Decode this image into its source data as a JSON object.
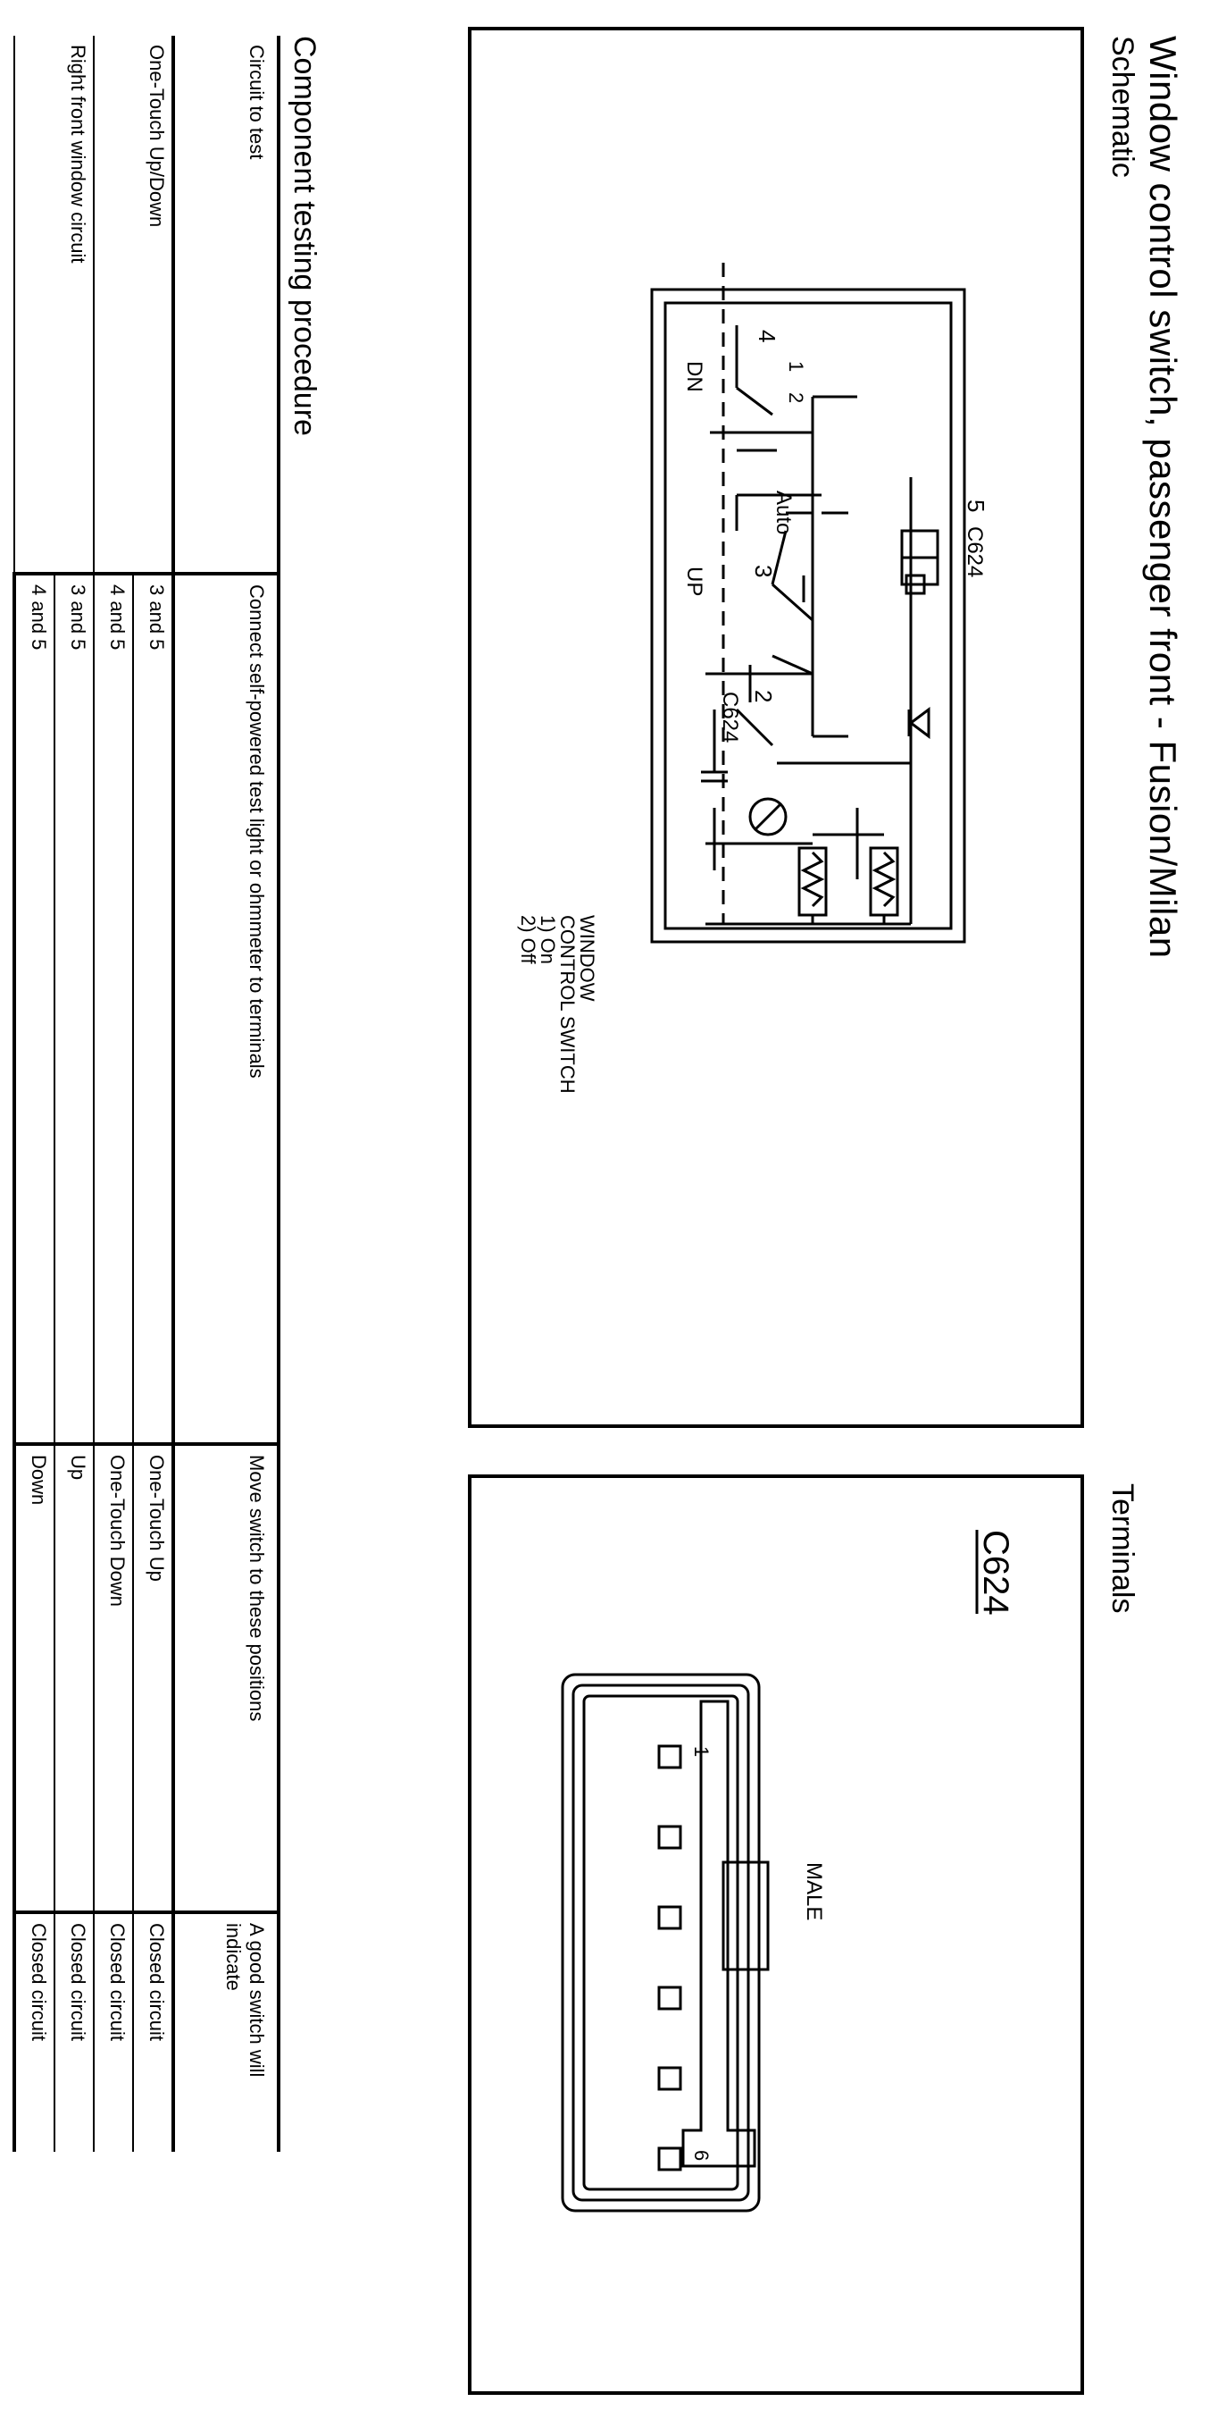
{
  "title": "Window control switch, passenger front - Fusion/Milan",
  "schematic": {
    "heading": "Schematic",
    "connector_label": "C624",
    "pin_numbers": [
      "5",
      "4",
      "3",
      "2"
    ],
    "switch_labels": {
      "dn": "DN",
      "up": "UP",
      "auto": "Auto"
    },
    "contact_numbers": [
      "1",
      "2"
    ],
    "legend": [
      "WINDOW",
      "CONTROL SWITCH",
      "1) On",
      "2) Off"
    ]
  },
  "terminals": {
    "heading": "Terminals",
    "connector": "C624",
    "gender": "MALE",
    "pin_first": "1",
    "pin_last": "6"
  },
  "procedure": {
    "heading": "Component testing procedure",
    "columns": [
      "Circuit to test",
      "Connect self-powered test light or ohmmeter to terminals",
      "Move switch to these positions",
      "A good switch will indicate"
    ],
    "circuits": [
      "One-Touch Up/Down",
      "Right front window circuit"
    ],
    "rows": [
      {
        "terminals": "3 and 5",
        "position": "One-Touch Up",
        "result": "Closed circuit"
      },
      {
        "terminals": "4 and 5",
        "position": "One-Touch Down",
        "result": "Closed circuit"
      },
      {
        "terminals": "3 and 5",
        "position": "Up",
        "result": "Closed circuit"
      },
      {
        "terminals": "4 and 5",
        "position": "Down",
        "result": "Closed circuit"
      }
    ]
  }
}
